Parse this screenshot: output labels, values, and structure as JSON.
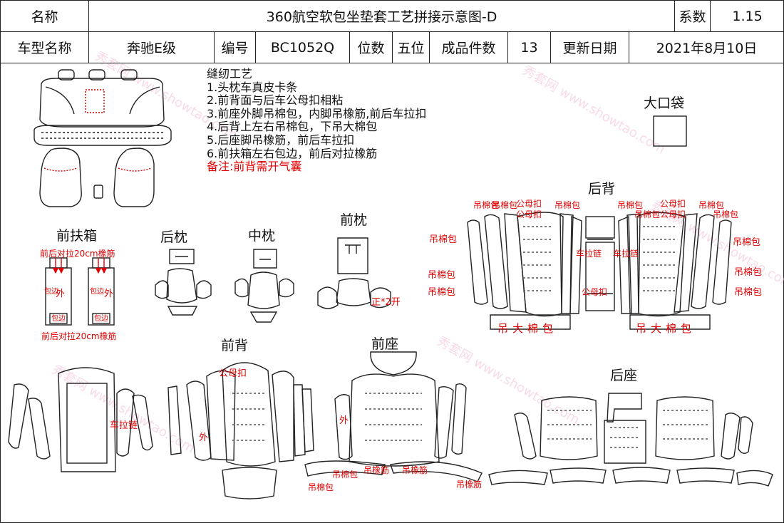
{
  "header": {
    "row1": {
      "name_label": "名称",
      "title": "360航空软包坐垫套工艺拼接示意图-D",
      "coef_label": "系数",
      "coef_value": "1.15"
    },
    "row2": {
      "model_label": "车型名称",
      "model_value": "奔驰E级",
      "code_label": "编号",
      "code_value": "BC1052Q",
      "seats_label": "位数",
      "seats_value": "五位",
      "pieces_label": "成品件数",
      "pieces_value": "13",
      "date_label": "更新日期",
      "date_value": "2021年8月10日"
    }
  },
  "notes": {
    "title": "缝纫工艺",
    "lines": [
      "1.头枕车真皮卡条",
      "2.前背面与后车公母扣相粘",
      "3.前座外脚吊棉包，内脚吊橡筋,前后车拉扣",
      "4.后背上左右吊棉包，下吊大棉包",
      "5.后座脚吊橡筋，前后车拉扣",
      "6.前扶箱左右包边，前后对拉橡筋"
    ],
    "remark": "备注:前背需开气囊"
  },
  "section_labels": {
    "bag": "大口袋",
    "armrest": "前扶箱",
    "rear_headrest": "后枕",
    "middle_headrest": "中枕",
    "front_headrest": "前枕",
    "rear_back": "后背",
    "front_back": "前背",
    "front_seat": "前座",
    "rear_seat": "后座"
  },
  "annotations": {
    "armrest_top": "前后对拉20cm橡筋",
    "armrest_bottom": "前后对拉20cm橡筋",
    "armrest_edge_left": "包边",
    "armrest_out_left": "外",
    "armrest_edge_right": "包边",
    "armrest_out_right": "外",
    "armrest_small_1": "包边",
    "armrest_small_2": "包边",
    "front_headrest_note": "正*2开",
    "rb_top": [
      "吊棉包",
      "吊棉包",
      "公母扣",
      "公母扣",
      "吊棉包",
      "吊棉包",
      "吊棉包",
      "公母扣",
      "公母扣",
      "吊棉包",
      "吊棉包"
    ],
    "rb_left": [
      "吊棉包",
      "吊棉包",
      "吊棉包"
    ],
    "rb_right": [
      "吊棉包",
      "吊棉包",
      "吊棉包"
    ],
    "rb_zipper_1": "车拉链",
    "rb_zipper_2": "车拉链",
    "rb_center": "公母扣",
    "rb_bottom_1": "吊大棉包",
    "rb_bottom_2": "吊大棉包",
    "fb_top": "公母扣",
    "fb_zipper": "车拉链",
    "fb_out": "外",
    "fs_out": "外",
    "fs_bottom": [
      "吊棉包",
      "吊棉包",
      "吊橡筋",
      "吊橡筋",
      "吊橡筋"
    ]
  },
  "watermark": "秀套网 www.showtao.com",
  "colors": {
    "annotation_red": "#e00000",
    "arrow_red": "#e00000",
    "line": "#222222",
    "dash": "#555555"
  }
}
